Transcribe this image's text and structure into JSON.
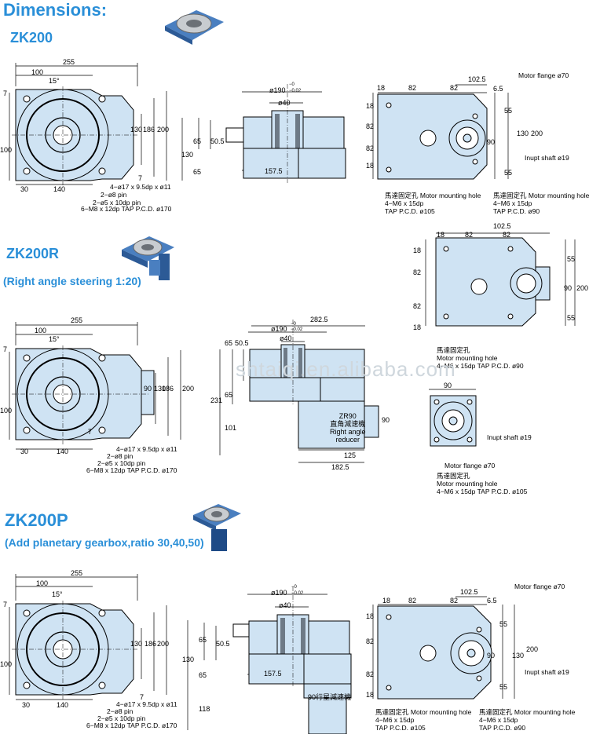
{
  "page_title": "Dimensions:",
  "colors": {
    "heading": "#2a8fd8",
    "body_fill": "#cfe3f3",
    "line": "#000000"
  },
  "sections": [
    {
      "model": "ZK200",
      "subtitle": "",
      "top_view": {
        "dims": [
          "255",
          "100",
          "15°",
          "7",
          "7",
          "130",
          "186",
          "200",
          "100",
          "30",
          "140"
        ],
        "notes": [
          "4−ø17 x 9.5dp x ø11",
          "2−ø8 pin",
          "2−ø5 x 10dp pin",
          "6−M8 x 12dp TAP P.C.D. ø170"
        ]
      },
      "side_view": {
        "dims": [
          "ø190",
          "−0",
          "−0.02",
          "ø40",
          "65",
          "50.5",
          "130",
          "65",
          "157.5"
        ]
      },
      "end_view": {
        "dims": [
          "102.5",
          "18",
          "82",
          "82",
          "6.5",
          "18",
          "82",
          "82",
          "18",
          "55",
          "130",
          "55",
          "90",
          "200"
        ],
        "labels": {
          "flange": "Motor flange ø70",
          "shaft": "Inupt shaft ø19"
        },
        "note_left": [
          "馬達固定孔 Motor mounting hole",
          "4−M6 x 15dp",
          "TAP P.C.D. ø105"
        ],
        "note_right": [
          "馬達固定孔 Motor mounting hole",
          "4−M6 x 15dp",
          "TAP P.C.D. ø90"
        ]
      }
    },
    {
      "model": "ZK200R",
      "subtitle": "(Right angle steering 1:20)",
      "top_view": {
        "dims": [
          "255",
          "100",
          "15°",
          "7",
          "7",
          "130",
          "186",
          "200",
          "100",
          "30",
          "140",
          "90"
        ],
        "notes": [
          "4−ø17 x 9.5dp x ø11",
          "2−ø8 pin",
          "2−ø5 x 10dp pin",
          "6−M8 x 12dp TAP P.C.D. ø170"
        ]
      },
      "side_view": {
        "dims": [
          "282.5",
          "ø190",
          "−0",
          "−0.02",
          "ø40",
          "65",
          "50.5",
          "65",
          "231",
          "101",
          "125",
          "182.5",
          "90"
        ],
        "reducer_label": [
          "ZR90",
          "直角減速機",
          "Right angle",
          "reducer"
        ]
      },
      "end_view": {
        "dims": [
          "102.5",
          "18",
          "82",
          "82",
          "18",
          "82",
          "82",
          "18",
          "55",
          "55",
          "90",
          "200"
        ],
        "note": [
          "馬達固定孔",
          "Motor mounting hole",
          "4−M6 x 15dp TAP P.C.D. ø90"
        ]
      },
      "motor_view": {
        "dims": [
          "90"
        ],
        "labels": {
          "shaft": "Inupt shaft ø19",
          "flange": "Motor flange ø70"
        },
        "note": [
          "馬達固定孔",
          "Motor mounting hole",
          "4−M6 x 15dp TAP P.C.D. ø105"
        ]
      }
    },
    {
      "model": "ZK200P",
      "subtitle": "(Add planetary gearbox,ratio 30,40,50)",
      "top_view": {
        "dims": [
          "255",
          "100",
          "15°",
          "7",
          "7",
          "130",
          "186",
          "200",
          "100",
          "30",
          "140"
        ],
        "notes": [
          "4−ø17 x 9.5dp x ø11",
          "2−ø8 pin",
          "2−ø5 x 10dp pin",
          "6−M8 x 12dp TAP P.C.D. ø170"
        ]
      },
      "side_view": {
        "dims": [
          "ø190",
          "−0",
          "−0.02",
          "ø40",
          "65",
          "50.5",
          "130",
          "65",
          "157.5",
          "118"
        ],
        "gearbox_label": "90行星減速機"
      },
      "end_view": {
        "dims": [
          "102.5",
          "18",
          "82",
          "82",
          "6.5",
          "18",
          "82",
          "82",
          "18",
          "55",
          "130",
          "55",
          "90",
          "200"
        ],
        "labels": {
          "flange": "Motor flange ø70",
          "shaft": "Inupt shaft ø19"
        },
        "note_left": [
          "馬達固定孔 Motor mounting hole",
          "4−M6 x 15dp",
          "TAP P.C.D. ø105"
        ],
        "note_right": [
          "馬達固定孔 Motor mounting hole",
          "4−M6 x 15dp",
          "TAP P.C.D. ø90"
        ]
      }
    }
  ],
  "watermark": "shtaiqi.en.alibaba.com"
}
